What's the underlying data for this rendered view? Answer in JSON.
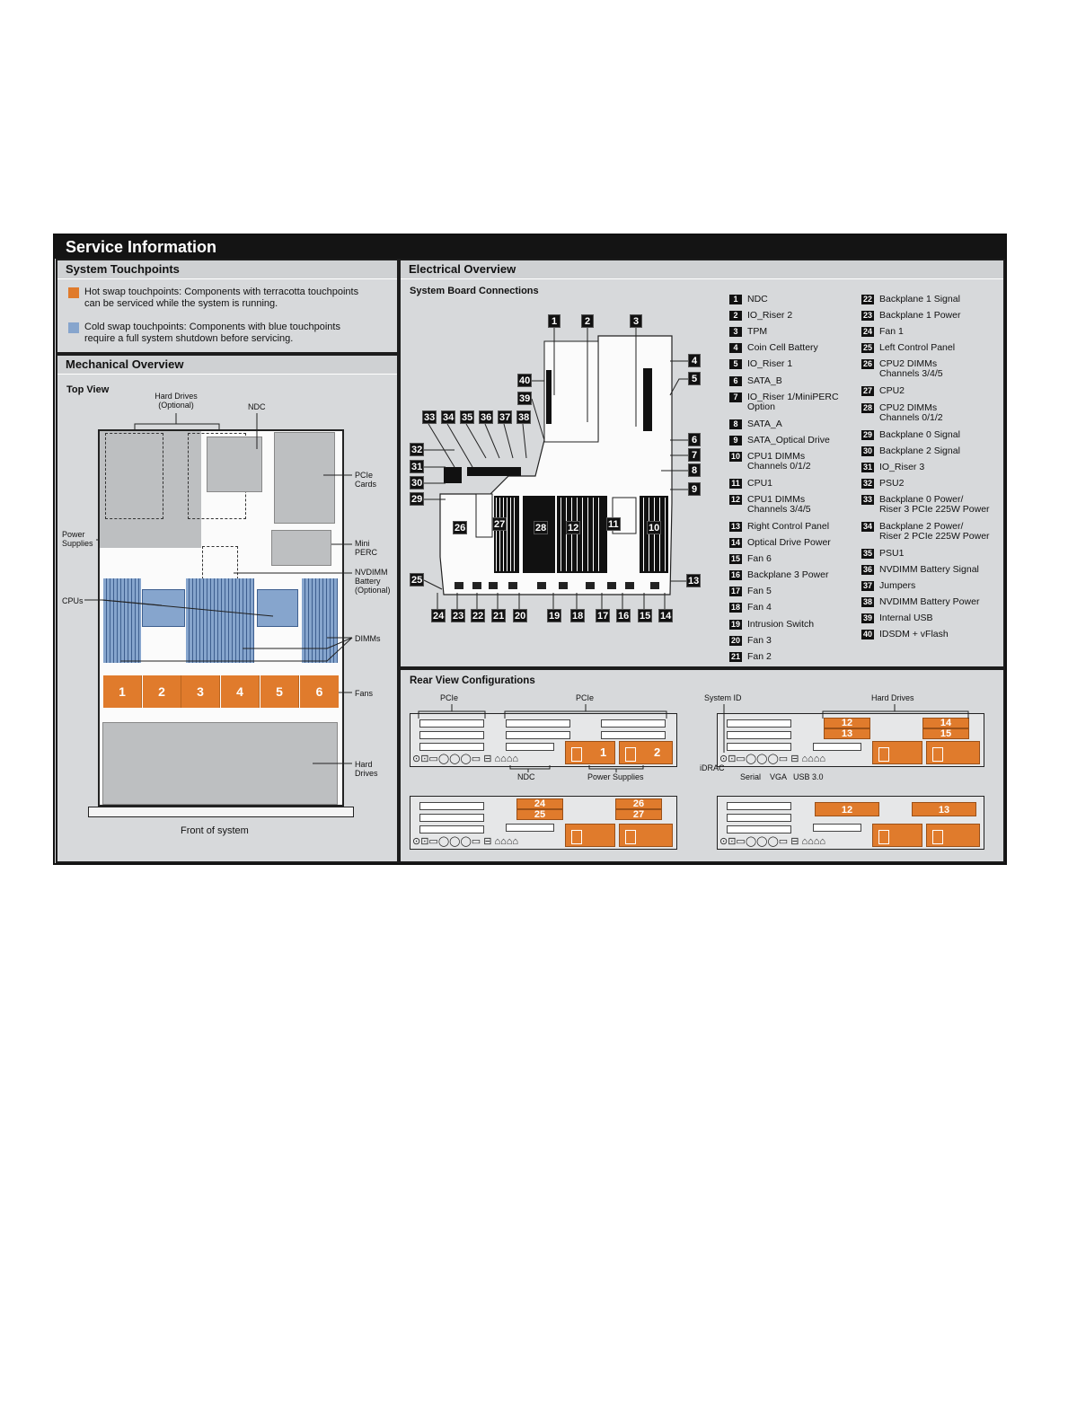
{
  "header": {
    "title": "Service Information"
  },
  "touchpoints": {
    "title": "System Touchpoints",
    "hot": {
      "color": "#e07b2c",
      "text_line1": "Hot swap touchpoints: Components with terracotta touchpoints",
      "text_line2": "can be serviced while the system is running."
    },
    "cold": {
      "color": "#86a5cd",
      "text_line1": "Cold swap touchpoints: Components with blue touchpoints",
      "text_line2": "require a full system shutdown before servicing."
    }
  },
  "mechanical": {
    "title": "Mechanical Overview",
    "subtitle": "Top View",
    "labels": {
      "hard_drives_opt_1": "Hard Drives",
      "hard_drives_opt_2": "(Optional)",
      "ndc": "NDC",
      "pcie_1": "PCIe",
      "pcie_2": "Cards",
      "power_1": "Power",
      "power_2": "Supplies",
      "mini_1": "Mini",
      "mini_2": "PERC",
      "nvdimm_1": "NVDIMM",
      "nvdimm_2": "Battery",
      "nvdimm_3": "(Optional)",
      "cpus": "CPUs",
      "dimms": "DIMMs",
      "fans": "Fans",
      "hard_1": "Hard",
      "hard_2": "Drives",
      "front": "Front of system"
    },
    "fans": [
      "1",
      "2",
      "3",
      "4",
      "5",
      "6"
    ]
  },
  "electrical": {
    "title": "Electrical Overview",
    "subtitle": "System Board Connections",
    "board_numbers": {
      "n1": "1",
      "n2": "2",
      "n3": "3",
      "n4": "4",
      "n5": "5",
      "n6": "6",
      "n7": "7",
      "n8": "8",
      "n9": "9",
      "n10": "10",
      "n11": "11",
      "n12": "12",
      "n13": "13",
      "n14": "14",
      "n15": "15",
      "n16": "16",
      "n17": "17",
      "n18": "18",
      "n19": "19",
      "n20": "20",
      "n21": "21",
      "n22": "22",
      "n23": "23",
      "n24": "24",
      "n25": "25",
      "n26": "26",
      "n27": "27",
      "n28": "28",
      "n29": "29",
      "n30": "30",
      "n31": "31",
      "n32": "32",
      "n33": "33",
      "n34": "34",
      "n35": "35",
      "n36": "36",
      "n37": "37",
      "n38": "38",
      "n39": "39",
      "n40": "40"
    },
    "legend_left": [
      {
        "n": "1",
        "l1": "NDC",
        "l2": ""
      },
      {
        "n": "2",
        "l1": "IO_Riser 2",
        "l2": ""
      },
      {
        "n": "3",
        "l1": "TPM",
        "l2": ""
      },
      {
        "n": "4",
        "l1": "Coin Cell Battery",
        "l2": ""
      },
      {
        "n": "5",
        "l1": "IO_Riser 1",
        "l2": ""
      },
      {
        "n": "6",
        "l1": "SATA_B",
        "l2": ""
      },
      {
        "n": "7",
        "l1": "IO_Riser 1/MiniPERC",
        "l2": "Option"
      },
      {
        "n": "8",
        "l1": "SATA_A",
        "l2": ""
      },
      {
        "n": "9",
        "l1": "SATA_Optical Drive",
        "l2": ""
      },
      {
        "n": "10",
        "l1": "CPU1 DIMMs",
        "l2": "Channels 0/1/2"
      },
      {
        "n": "11",
        "l1": "CPU1",
        "l2": ""
      },
      {
        "n": "12",
        "l1": "CPU1 DIMMs",
        "l2": "Channels 3/4/5"
      },
      {
        "n": "13",
        "l1": "Right Control Panel",
        "l2": ""
      },
      {
        "n": "14",
        "l1": "Optical Drive Power",
        "l2": ""
      },
      {
        "n": "15",
        "l1": "Fan 6",
        "l2": ""
      },
      {
        "n": "16",
        "l1": "Backplane 3 Power",
        "l2": ""
      },
      {
        "n": "17",
        "l1": "Fan 5",
        "l2": ""
      },
      {
        "n": "18",
        "l1": "Fan 4",
        "l2": ""
      },
      {
        "n": "19",
        "l1": "Intrusion Switch",
        "l2": ""
      },
      {
        "n": "20",
        "l1": "Fan 3",
        "l2": ""
      },
      {
        "n": "21",
        "l1": "Fan 2",
        "l2": ""
      }
    ],
    "legend_right": [
      {
        "n": "22",
        "l1": "Backplane 1 Signal",
        "l2": ""
      },
      {
        "n": "23",
        "l1": "Backplane 1 Power",
        "l2": ""
      },
      {
        "n": "24",
        "l1": "Fan 1",
        "l2": ""
      },
      {
        "n": "25",
        "l1": "Left Control Panel",
        "l2": ""
      },
      {
        "n": "26",
        "l1": "CPU2 DIMMs",
        "l2": "Channels 3/4/5"
      },
      {
        "n": "27",
        "l1": "CPU2",
        "l2": ""
      },
      {
        "n": "28",
        "l1": "CPU2 DIMMs",
        "l2": "Channels 0/1/2"
      },
      {
        "n": "29",
        "l1": "Backplane 0 Signal",
        "l2": ""
      },
      {
        "n": "30",
        "l1": "Backplane 2 Signal",
        "l2": ""
      },
      {
        "n": "31",
        "l1": "IO_Riser 3",
        "l2": ""
      },
      {
        "n": "32",
        "l1": "PSU2",
        "l2": ""
      },
      {
        "n": "33",
        "l1": "Backplane 0 Power/",
        "l2": "Riser 3 PCIe 225W Power"
      },
      {
        "n": "34",
        "l1": "Backplane 2 Power/",
        "l2": "Riser 2 PCIe 225W Power"
      },
      {
        "n": "35",
        "l1": "PSU1",
        "l2": ""
      },
      {
        "n": "36",
        "l1": "NVDIMM Battery Signal",
        "l2": ""
      },
      {
        "n": "37",
        "l1": "Jumpers",
        "l2": ""
      },
      {
        "n": "38",
        "l1": "NVDIMM Battery Power",
        "l2": ""
      },
      {
        "n": "39",
        "l1": "Internal USB",
        "l2": ""
      },
      {
        "n": "40",
        "l1": "IDSDM + vFlash",
        "l2": ""
      }
    ]
  },
  "rear": {
    "title": "Rear View Configurations",
    "labels": {
      "pcie_a": "PCIe",
      "pcie_b": "PCIe",
      "ndc": "NDC",
      "psu": "Power Supplies",
      "psu1": "1",
      "psu2": "2",
      "system_id": "System ID",
      "hard_drives": "Hard Drives",
      "idrac": "iDRAC",
      "serial": "Serial",
      "vga": "VGA",
      "usb": "USB 3.0",
      "c2_a1": "12",
      "c2_a2": "13",
      "c2_b1": "14",
      "c2_b2": "15",
      "c3_a1": "24",
      "c3_a2": "25",
      "c3_b1": "26",
      "c3_b2": "27",
      "c4_a": "12",
      "c4_b": "13"
    }
  }
}
